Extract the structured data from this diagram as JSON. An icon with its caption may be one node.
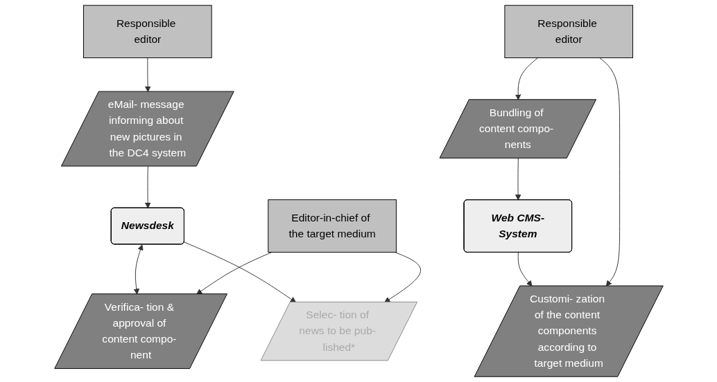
{
  "diagram": {
    "nodes": [
      {
        "text": [
          "Newsdesk"
        ]
      },
      {
        "text": [
          "Web CMS-System"
        ]
      },
      {
        "text": [
          "eMail- message informing about new pictures in the DC4 system"
        ]
      },
      {
        "text": [
          "Verifica- tion & approval of content compo- nent"
        ]
      },
      {
        "text": [
          "Selec- tion of news to be pub- lished*"
        ]
      },
      {
        "text": [
          "Bundling of content compo- nents"
        ]
      },
      {
        "text": [
          "Customi- zation of the content components according to target medium"
        ]
      },
      {
        "text": [
          "Responsible editor"
        ]
      },
      {
        "text": [
          "Editor-in-chief of the target medium"
        ]
      },
      {
        "text": [
          "Responsible editor"
        ]
      }
    ],
    "edges": [
      {
        "from": 2,
        "to": 0,
        "arrow": "to"
      },
      {
        "from": 0,
        "to": 3,
        "arrow": "both"
      },
      {
        "from": 0,
        "to": 4,
        "arrow": "to"
      },
      {
        "from": 5,
        "to": 1,
        "arrow": "to"
      },
      {
        "from": 1,
        "to": 6,
        "arrow": "to"
      },
      {
        "from": 7,
        "to": 2,
        "arrow": "to"
      },
      {
        "from": 8,
        "to": 3,
        "arrow": "to"
      },
      {
        "from": 8,
        "to": 4,
        "arrow": "to"
      },
      {
        "from": 9,
        "to": 5,
        "arrow": "to"
      },
      {
        "from": 9,
        "to": 6,
        "arrow": "to"
      }
    ]
  }
}
